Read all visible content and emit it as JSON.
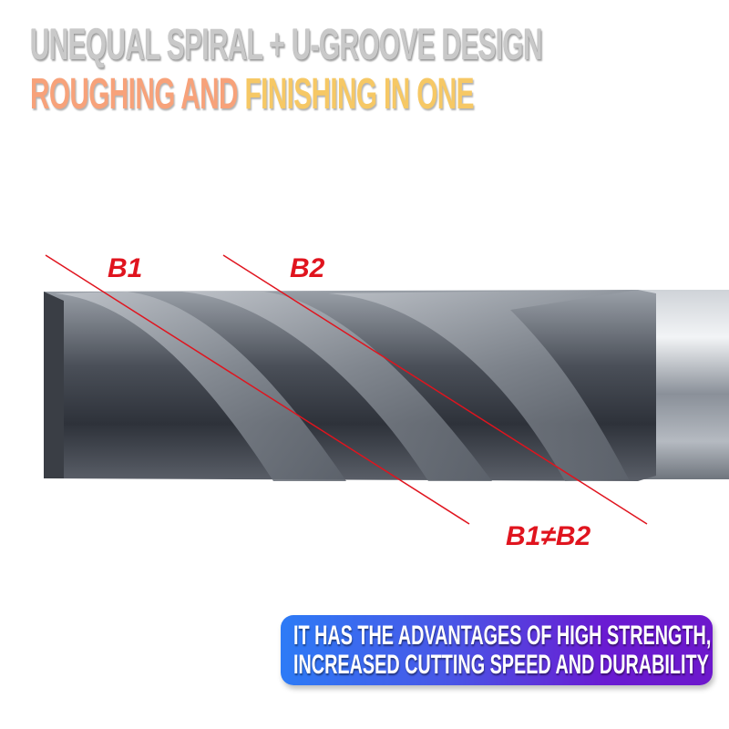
{
  "headline": {
    "line1": "UNEQUAL SPIRAL + U-GROOVE DESIGN",
    "line2_part1": "ROUGHING AND",
    "line2_part2": " FINISHING IN ONE"
  },
  "labels": {
    "b1": "B1",
    "b2": "B2",
    "compare": "B1≠B2"
  },
  "banner": {
    "line1": "IT HAS THE ADVANTAGES OF HIGH STRENGTH,",
    "line2": "INCREASED CUTTING SPEED AND DURABILITY"
  },
  "colors": {
    "accent_red": "#e0141e",
    "banner_start": "#2d7bf6",
    "banner_end": "#6d18cc",
    "orange": "#f7a27a",
    "yellow": "#f6c865"
  }
}
